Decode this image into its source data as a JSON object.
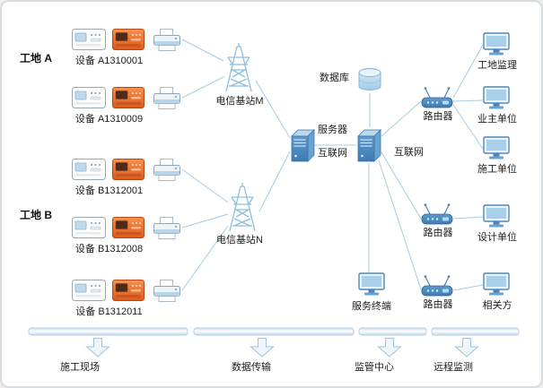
{
  "diagram": {
    "site_a_label": "工地 A",
    "site_b_label": "工地 B",
    "devices": [
      {
        "label": "设备 A1310001"
      },
      {
        "label": "设备 A1310009"
      },
      {
        "label": "设备 B1312001"
      },
      {
        "label": "设备 B1312008"
      },
      {
        "label": "设备 B1312011"
      }
    ],
    "base_stations": [
      {
        "label": "电信基站M"
      },
      {
        "label": "电信基站N"
      }
    ],
    "server_label": "服务器",
    "internet_labels": [
      "互联网",
      "互联网"
    ],
    "database_label": "数据库",
    "routers": [
      "路由器",
      "路由器",
      "路由器"
    ],
    "stakeholders": [
      "工地监理",
      "业主单位",
      "施工单位",
      "设计单位",
      "相关方"
    ],
    "service_terminal_label": "服务终端",
    "footer_stages": [
      "施工现场",
      "数据传输",
      "监管中心",
      "远程监测"
    ],
    "colors": {
      "accent_blue": "#4c86bd",
      "icon_fill_blue": "#a9d0ea",
      "wire_blue": "#a8cbe2",
      "device_orange": "#e0621f",
      "bar_blue": "#c5dcef"
    }
  }
}
